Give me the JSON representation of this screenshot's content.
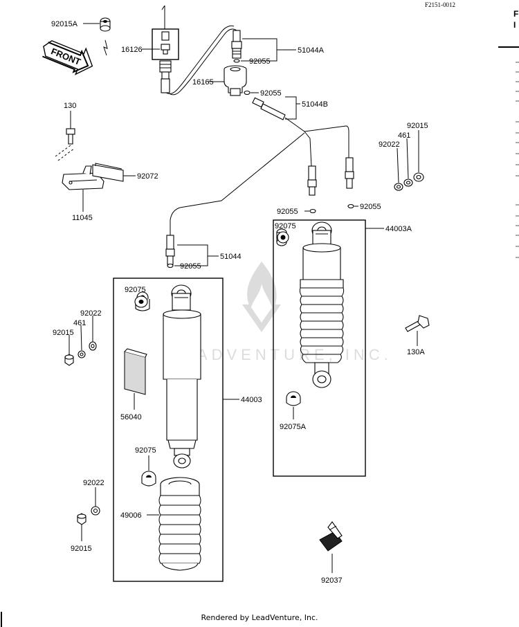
{
  "header": {
    "code": "F2151-0012"
  },
  "direction_sign": {
    "text": "FRONT"
  },
  "watermark": {
    "text": "LEADVENTURE, INC."
  },
  "footer": {
    "text": "Rendered by LeadVenture, Inc."
  },
  "edge_fragment": {
    "line1": "F",
    "line2": "I"
  },
  "labels": {
    "p92015A": "92015A",
    "p16126": "16126",
    "p16165": "16165",
    "p51044A": "51044A",
    "p92055_a": "92055",
    "p92055_b": "92055",
    "p51044B": "51044B",
    "p130": "130",
    "p92072": "92072",
    "p11045": "11045",
    "p92015_r": "92015",
    "p461_r": "461",
    "p92022_r": "92022",
    "p92055_c": "92055",
    "p92055_d": "92055",
    "p92075_r": "92075",
    "p44003A": "44003A",
    "p51044": "51044",
    "p92055_e": "92055",
    "p92075_l": "92075",
    "p92022_l": "92022",
    "p461_l": "461",
    "p92015_l": "92015",
    "p130A": "130A",
    "p56040": "56040",
    "p44003": "44003",
    "p92075A": "92075A",
    "p92075_b": "92075",
    "p92022_b": "92022",
    "p49006": "49006",
    "p92015_b": "92015",
    "p92037": "92037"
  }
}
